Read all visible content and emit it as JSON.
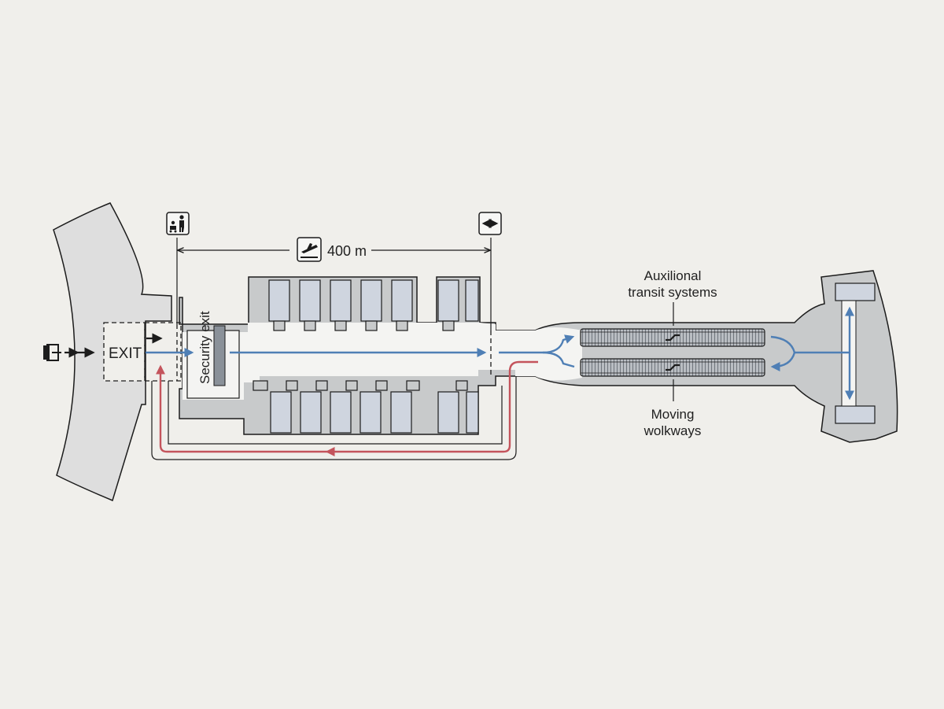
{
  "labels": {
    "exit": "EXIT",
    "security_exit": "Security exit",
    "distance": "400 m",
    "aux_line1": "Auxilional",
    "aux_line2": "transit systems",
    "walk_line1": "Moving",
    "walk_line2": "wolkways"
  },
  "icons": {
    "family": "family-icon",
    "bidirectional": "bidirectional-arrow-icon",
    "departures": "departures-icon",
    "exit_door": "exit-door-icon",
    "escalator": "escalator-icon"
  },
  "colors": {
    "background": "#f0efeb",
    "building": "#c8cacb",
    "building_stroke": "#1c1c1c",
    "gate": "#cfd5df",
    "terminal": "#dedede",
    "corridor": "#f4f4f2",
    "arrival_flow": "#4f7fb5",
    "return_flow": "#c4545c",
    "walkway": "#9aa0a6"
  }
}
